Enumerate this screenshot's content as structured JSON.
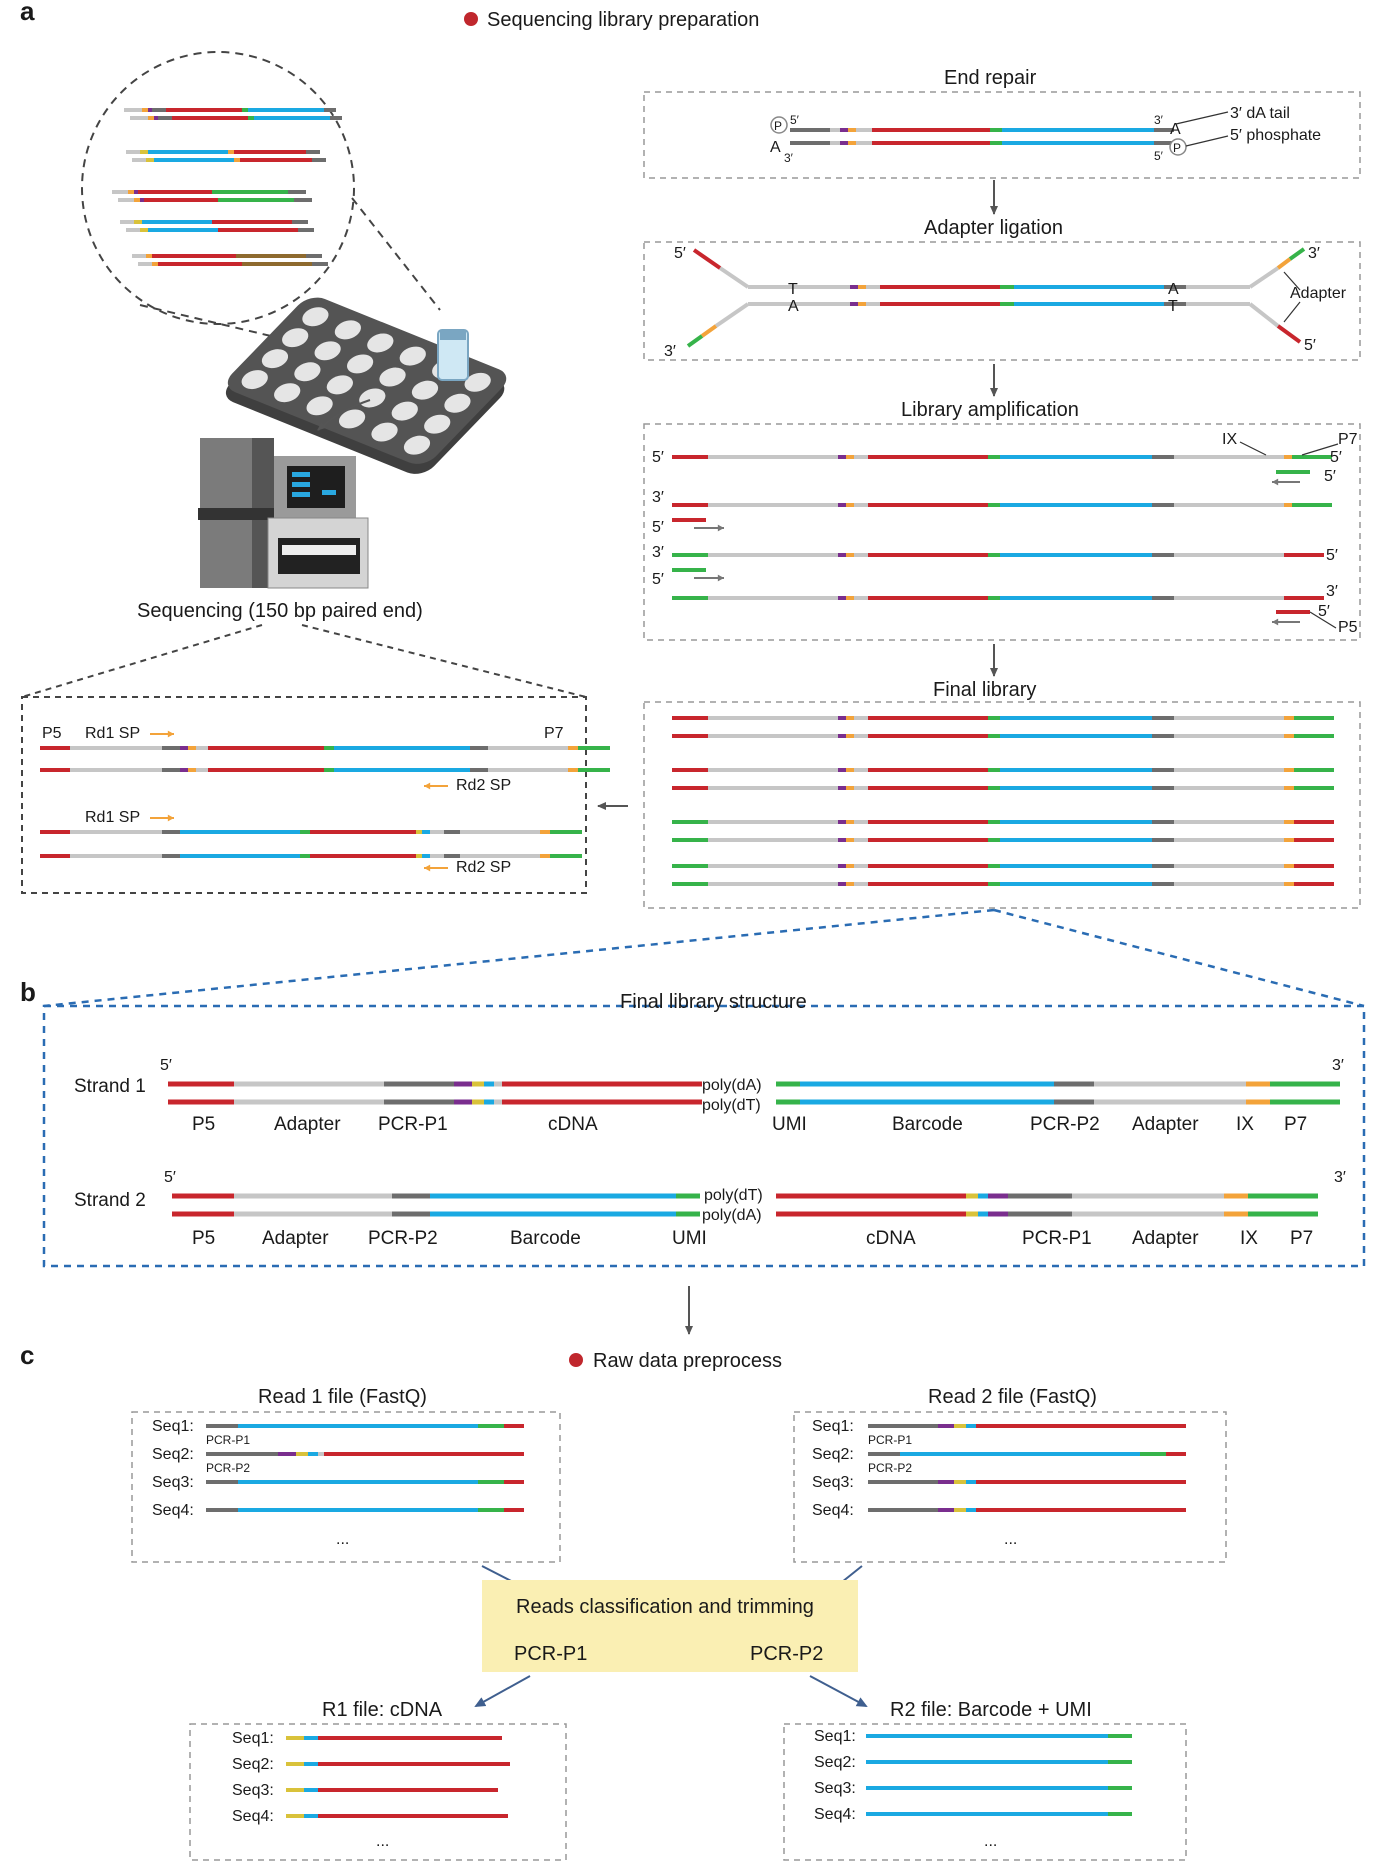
{
  "colors": {
    "red": "#c8262d",
    "blue": "#1aa9e2",
    "green": "#36b34a",
    "grey_light": "#c6c6c6",
    "grey_dark": "#6d6d6d",
    "purple": "#7a2e8e",
    "orange": "#f3a33a",
    "yellow": "#d9c23a",
    "brown": "#8e6a2e",
    "step_bullet": "#c0272d",
    "trim_box": "#faefb3",
    "dash_blue": "#2a6cb3"
  },
  "panel_a": {
    "letter": "a",
    "header": "Sequencing library preparation",
    "steps": {
      "end_repair": "End repair",
      "adapter_ligation": "Adapter ligation",
      "library_amplification": "Library amplification",
      "final_library": "Final library"
    },
    "end_repair_labels": {
      "p": "P",
      "five_prime": "5′",
      "three_prime": "3′",
      "a": "A",
      "dA_tail": "3′ dA tail",
      "phosphate": "5′ phosphate"
    },
    "ligation_labels": {
      "five_prime": "5′",
      "three_prime": "3′",
      "t": "T",
      "a": "A",
      "adapter": "Adapter"
    },
    "amplification_labels": {
      "five_prime": "5′",
      "three_prime": "3′",
      "ix": "IX",
      "p7": "P7",
      "p5": "P5"
    },
    "sequencing": "Sequencing (150 bp paired end)",
    "seq_box_labels": {
      "p5": "P5",
      "p7": "P7",
      "rd1": "Rd1 SP",
      "rd2": "Rd2 SP"
    }
  },
  "panel_b": {
    "letter": "b",
    "title": "Final library structure",
    "strand1": "Strand 1",
    "strand2": "Strand 2",
    "five_prime": "5′",
    "three_prime": "3′",
    "poly_dA": "poly(dA)",
    "poly_dT": "poly(dT)",
    "strand1_labels": [
      "P5",
      "Adapter",
      "PCR-P1",
      "cDNA",
      "UMI",
      "Barcode",
      "PCR-P2",
      "Adapter",
      "IX",
      "P7"
    ],
    "strand2_labels": [
      "P5",
      "Adapter",
      "PCR-P2",
      "Barcode",
      "UMI",
      "cDNA",
      "PCR-P1",
      "Adapter",
      "IX",
      "P7"
    ]
  },
  "panel_c": {
    "letter": "c",
    "header": "Raw data preprocess",
    "read1_title": "Read 1 file (FastQ)",
    "read2_title": "Read 2 file (FastQ)",
    "seqs": [
      "Seq1:",
      "Seq2:",
      "Seq3:",
      "Seq4:"
    ],
    "ellipsis": "...",
    "pcr_p1_small": "PCR-P1",
    "pcr_p2_small": "PCR-P2",
    "trim_title": "Reads classification and trimming",
    "trim_p1": "PCR-P1",
    "trim_p2": "PCR-P2",
    "r1_title": "R1 file: cDNA",
    "r2_title": "R2 file: Barcode + UMI"
  }
}
